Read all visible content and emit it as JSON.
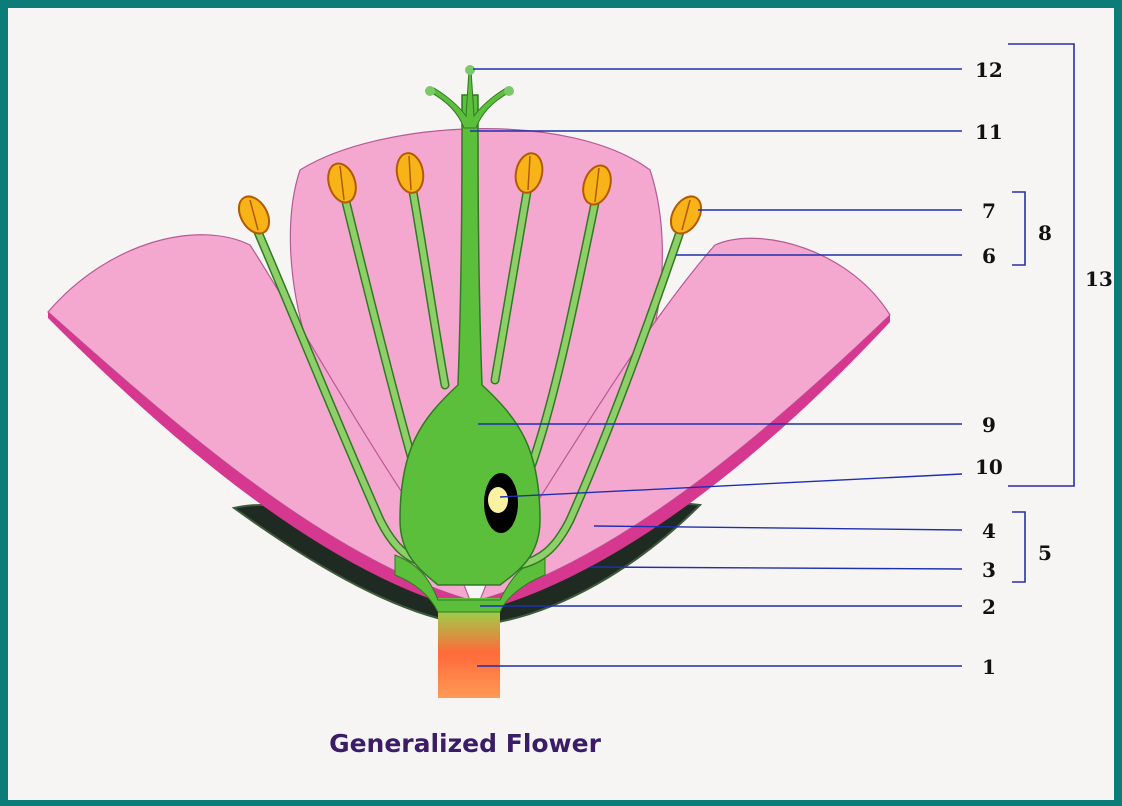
{
  "caption": "Generalized Flower",
  "labels": {
    "n1": "1",
    "n2": "2",
    "n3": "3",
    "n4": "4",
    "n5": "5",
    "n6": "6",
    "n7": "7",
    "n8": "8",
    "n9": "9",
    "n10": "10",
    "n11": "11",
    "n12": "12",
    "n13": "13"
  },
  "colors": {
    "frame": "#0b7d79",
    "petal": "#f4a7cf",
    "petal_edge": "#d6378f",
    "sepal": "#2b3a30",
    "pistil": "#5cbf3c",
    "anther": "#f7b317",
    "stem_base": "#ff5a2e"
  }
}
